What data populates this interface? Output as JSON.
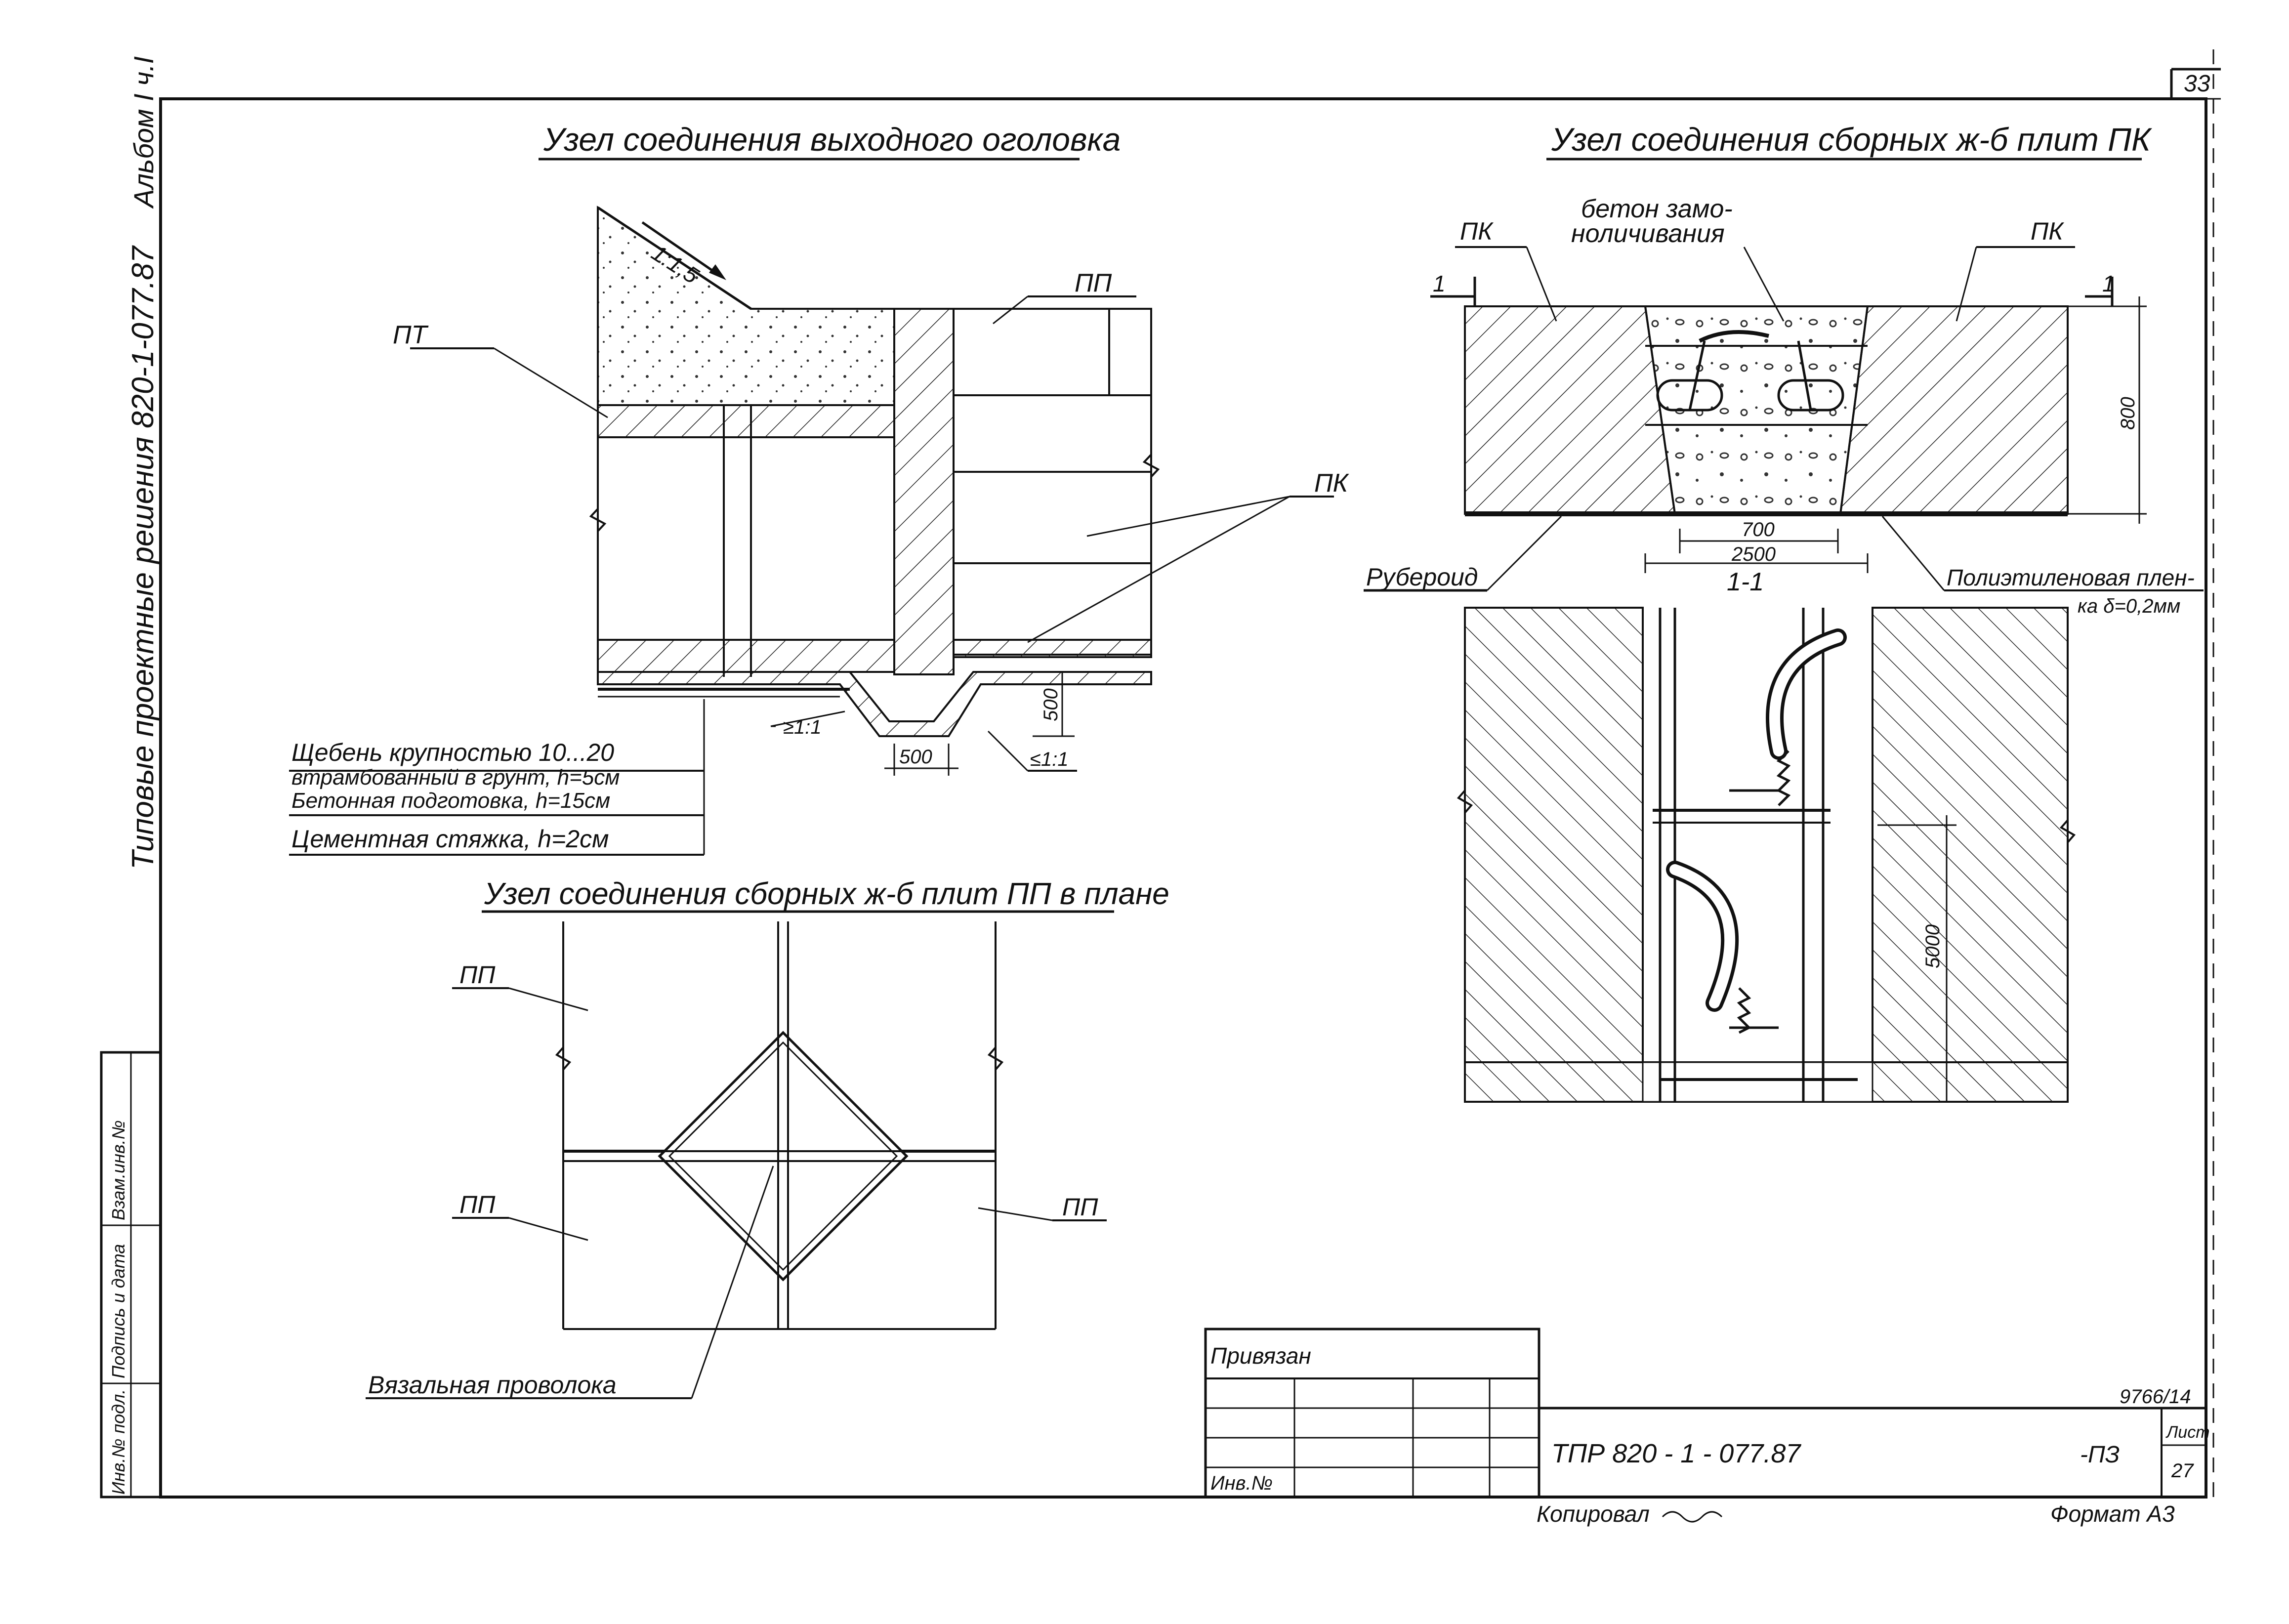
{
  "sheet": {
    "page_number": "33",
    "album": "Альбом I ч.I",
    "series_title": "Типовые проектные решения 820-1-077.87",
    "designation": "ТПР 820 - 1 - 077.87",
    "sheet_code": "-ПЗ",
    "sheet_label": "Лист",
    "sheet_number": "27",
    "copied_by": "Копировал",
    "format": "Формат А3",
    "register_no": "9766/14",
    "side_stamp": {
      "inv_podl": "Инв.№ подл.",
      "sign_date": "Подпись и дата",
      "vzam_inv": "Взам.инв.№"
    },
    "tie_block": {
      "title": "Привязан",
      "inv": "Инв.№"
    }
  },
  "drawings": {
    "head_node": {
      "title": "Узел соединения выходного оголовка",
      "slope_top": "1:1,5",
      "slope_left": "≥1:1",
      "slope_right": "≤1:1",
      "dim_h": "500",
      "dim_w": "500",
      "label_pt": "ПТ",
      "label_pp": "ПП",
      "label_pk": "ПК",
      "legend": [
        "Щебень крупностью 10...20",
        "втрамбованный в грунт, h=5см",
        "Бетонная подготовка, h=15см",
        "Цементная стяжка, h=2см"
      ]
    },
    "pk_node": {
      "title": "Узел соединения сборных ж-б плит ПК",
      "label_pk_left": "ПК",
      "label_pk_right": "ПК",
      "concrete": [
        "бетон замо-",
        "ноличивания"
      ],
      "section_mark": "1",
      "dim_height": "800",
      "dim_700": "700",
      "dim_2500": "2500",
      "ruberoid": "Рубероид",
      "film": [
        "Полиэтиленовая плен-",
        "ка δ=0,2мм"
      ],
      "section_title": "1-1",
      "dim_5000": "5000"
    },
    "pp_plan": {
      "title": "Узел соединения сборных ж-б плит ПП в плане",
      "label_pp": "ПП",
      "wire": "Вязальная проволока"
    }
  }
}
